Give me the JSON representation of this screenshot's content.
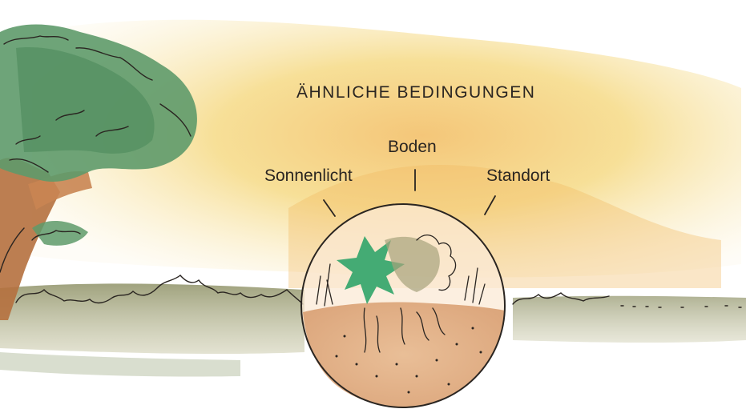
{
  "illustration": {
    "title": "ÄHNLICHE BEDINGUNGEN",
    "labels": {
      "sunlight": "Sonnenlicht",
      "soil": "Boden",
      "location": "Standort"
    },
    "icons": [
      "tree-icon",
      "shrub-line-icon",
      "soil-circle-icon",
      "plant-icon"
    ],
    "colors": {
      "sky_yellow": "#f5dc86",
      "sky_orange": "#f0b85e",
      "foliage_green": "#5e9a6a",
      "trunk_brown": "#b5703e",
      "ground_khaki": "#a2a07a",
      "soil_tan": "#d9a77c",
      "plant_green": "#3aa86f",
      "ink": "#2a2521"
    }
  }
}
